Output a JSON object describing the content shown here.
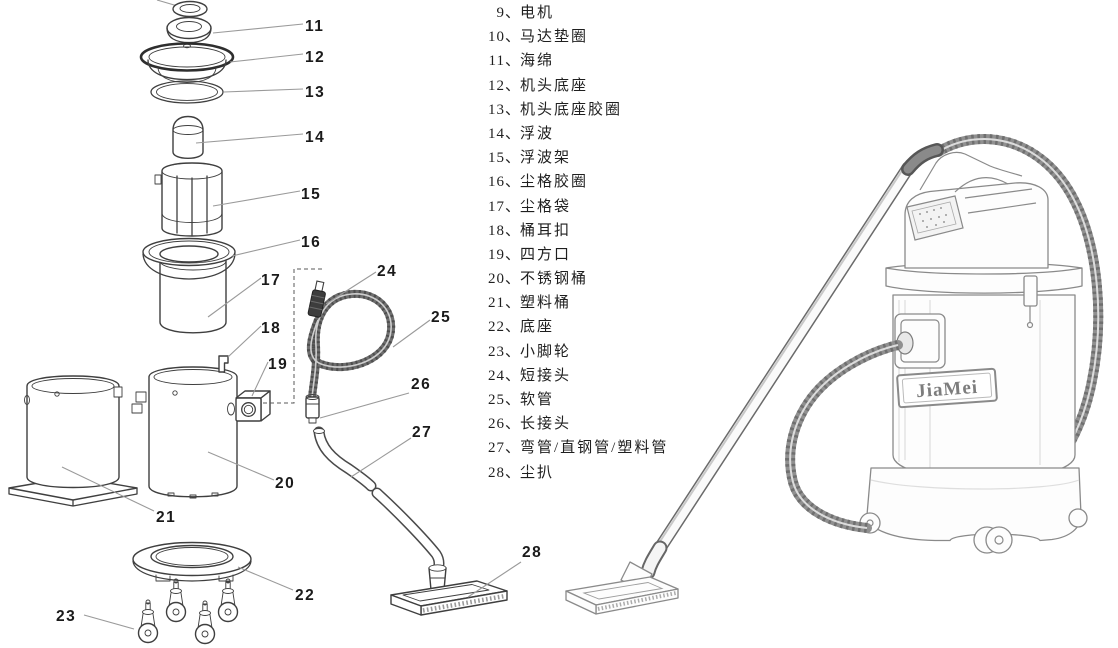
{
  "parts_list": {
    "separator": "、",
    "items": [
      {
        "num": "9",
        "name": "电机"
      },
      {
        "num": "10",
        "name": "马达垫圈"
      },
      {
        "num": "11",
        "name": "海绵"
      },
      {
        "num": "12",
        "name": "机头底座"
      },
      {
        "num": "13",
        "name": "机头底座胶圈"
      },
      {
        "num": "14",
        "name": "浮波"
      },
      {
        "num": "15",
        "name": "浮波架"
      },
      {
        "num": "16",
        "name": "尘格胶圈"
      },
      {
        "num": "17",
        "name": "尘格袋"
      },
      {
        "num": "18",
        "name": "桶耳扣"
      },
      {
        "num": "19",
        "name": "四方口"
      },
      {
        "num": "20",
        "name": "不锈钢桶"
      },
      {
        "num": "21",
        "name": "塑料桶"
      },
      {
        "num": "22",
        "name": "底座"
      },
      {
        "num": "23",
        "name": "小脚轮"
      },
      {
        "num": "24",
        "name": "短接头"
      },
      {
        "num": "25",
        "name": "软管"
      },
      {
        "num": "26",
        "name": "长接头"
      },
      {
        "num": "27",
        "name": "弯管/直钢管/塑料管"
      },
      {
        "num": "28",
        "name": "尘扒"
      }
    ]
  },
  "callouts": [
    "11",
    "12",
    "13",
    "14",
    "15",
    "16",
    "17",
    "18",
    "19",
    "20",
    "21",
    "22",
    "23",
    "24",
    "25",
    "26",
    "27",
    "28"
  ],
  "machine": {
    "brand": "JiaMei"
  },
  "colors": {
    "background": "#ffffff",
    "line_art": "#3f3f3f",
    "sketch": "#8a8a8a",
    "callout_text": "#1a1a1a",
    "leader_line": "#9a9a9a",
    "hose_dark": "#4e4e4e"
  }
}
